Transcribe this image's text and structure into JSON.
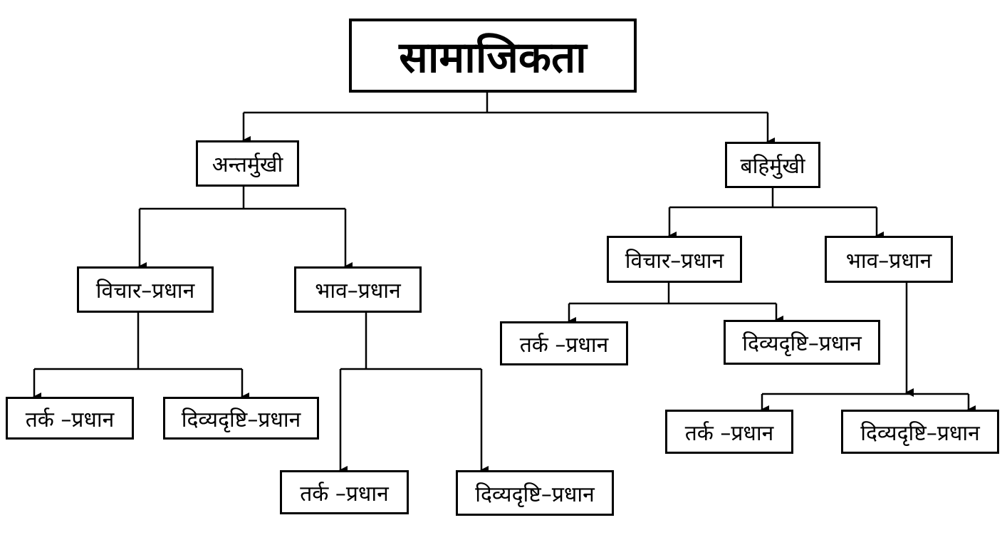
{
  "diagram": {
    "root": "सामाजिकता",
    "introvert": {
      "label": "अन्तर्मुखी",
      "thought": {
        "label": "विचार–प्रधान",
        "logic": "तर्क –प्रधान",
        "intuition": "दिव्यदृष्टि–प्रधान"
      },
      "feeling": {
        "label": "भाव–प्रधान",
        "logic": "तर्क –प्रधान",
        "intuition": "दिव्यदृष्टि–प्रधान"
      }
    },
    "extrovert": {
      "label": "बहिर्मुखी",
      "thought": {
        "label": "विचार–प्रधान",
        "logic": "तर्क –प्रधान",
        "intuition": "दिव्यदृष्टि–प्रधान"
      },
      "feeling": {
        "label": "भाव–प्रधान",
        "logic": "तर्क –प्रधान",
        "intuition": "दिव्यदृष्टि–प्रधान"
      }
    }
  }
}
